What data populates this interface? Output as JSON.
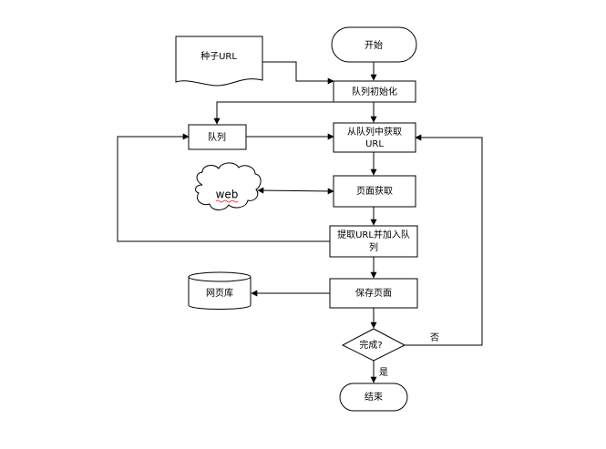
{
  "flowchart": {
    "start": "开始",
    "seed_url": "种子URL",
    "init_queue": "队列初始化",
    "queue": "队列",
    "get_url_line1": "从队列中获取",
    "get_url_line2": "URL",
    "web": "web",
    "fetch_page": "页面获取",
    "extract_line1": "提取URL并加入队",
    "extract_line2": "列",
    "page_db": "网页库",
    "save_page": "保存页面",
    "done": "完成?",
    "no": "否",
    "yes": "是",
    "end": "结束"
  }
}
